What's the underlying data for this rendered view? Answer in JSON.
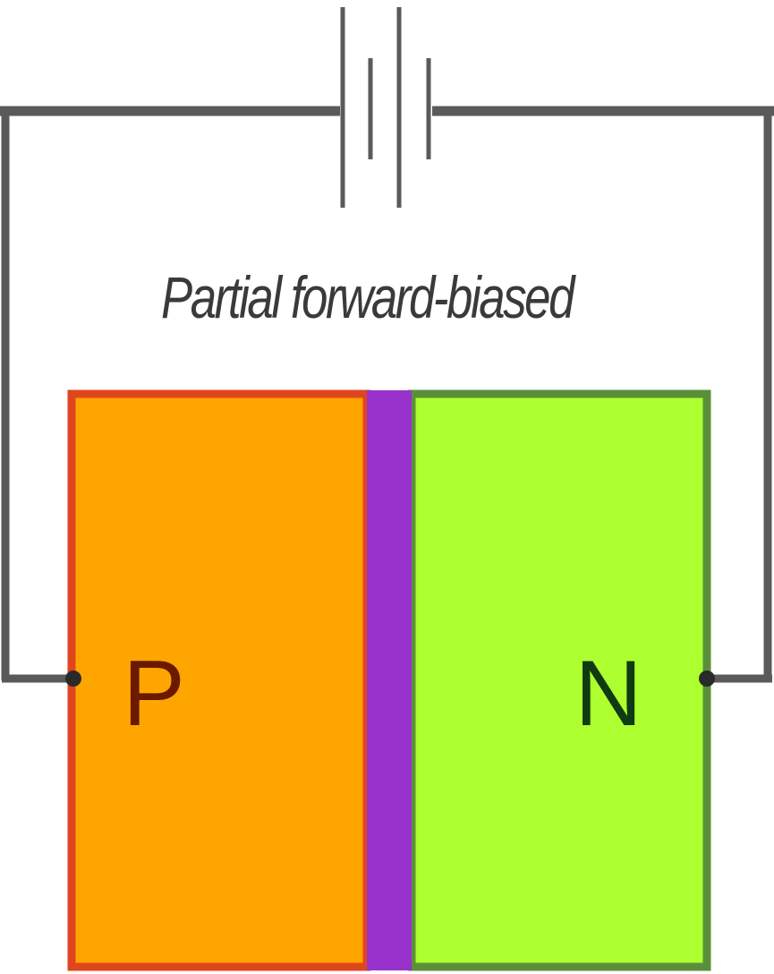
{
  "caption": "Partial forward-biased",
  "regions": {
    "p": {
      "label": "P",
      "fill": "#ffa500",
      "border": "#e0461e",
      "label_color": "#6b1a00"
    },
    "depletion": {
      "fill": "#9932cc"
    },
    "n": {
      "label": "N",
      "fill": "#adff2f",
      "border": "#5a8f3a",
      "label_color": "#0f3a12"
    }
  },
  "wire_color": "#5a5a5a",
  "terminal_color": "#2a2a2a",
  "battery": {
    "icon": "battery-symbol"
  }
}
